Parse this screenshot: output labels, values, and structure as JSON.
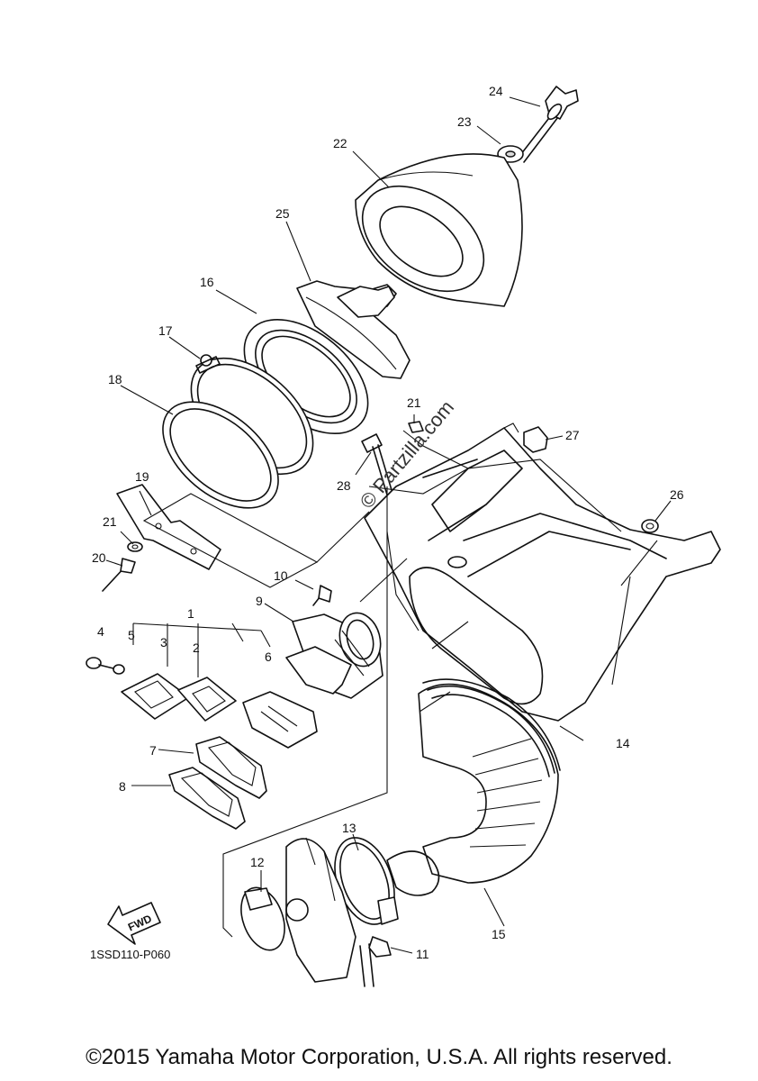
{
  "diagram_code": "1SSD110-P060",
  "fwd_label": "FWD",
  "watermark": "© Partzilla.com",
  "copyright": "©2015 Yamaha Motor Corporation, U.S.A. All rights reserved.",
  "callouts": {
    "c1": "1",
    "c2": "2",
    "c3": "3",
    "c4": "4",
    "c5": "5",
    "c6": "6",
    "c7": "7",
    "c8": "8",
    "c9": "9",
    "c10": "10",
    "c11": "11",
    "c12": "12",
    "c13": "13",
    "c14": "14",
    "c15": "15",
    "c16": "16",
    "c17": "17",
    "c18": "18",
    "c19": "19",
    "c20": "20",
    "c21a": "21",
    "c21b": "21",
    "c22": "22",
    "c23": "23",
    "c24": "24",
    "c25": "25",
    "c26": "26",
    "c27": "27",
    "c28": "28"
  }
}
